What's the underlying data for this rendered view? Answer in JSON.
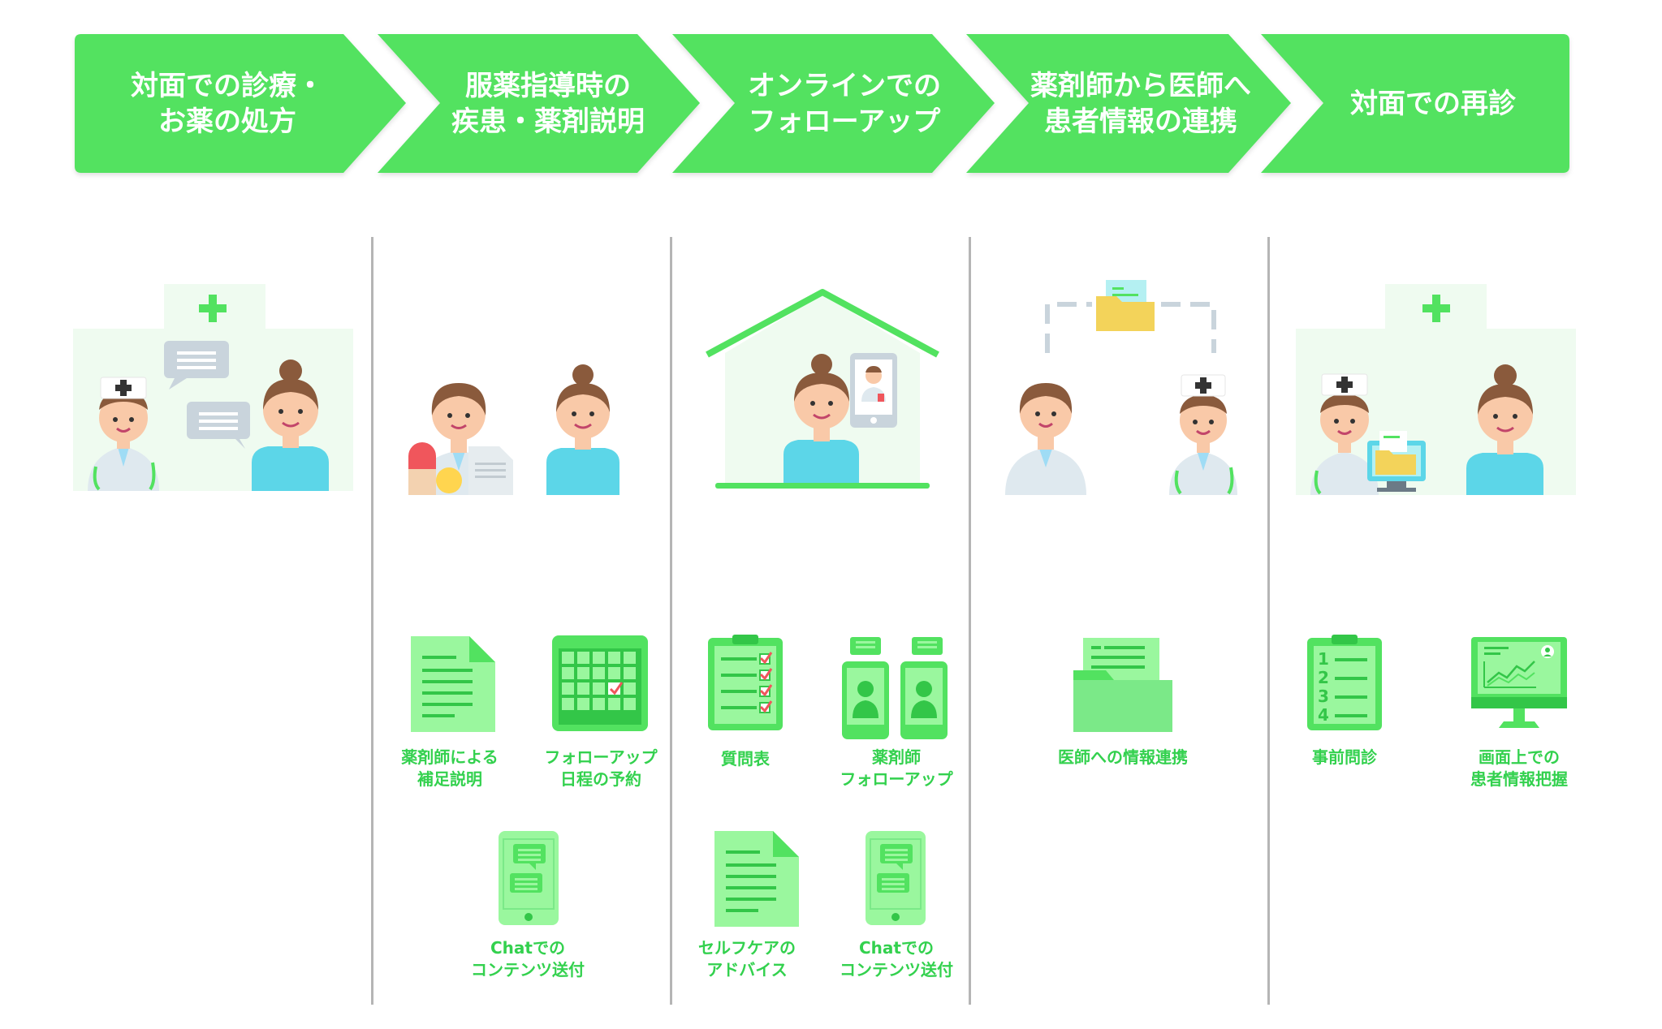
{
  "steps": [
    {
      "label": "対面での診療・\nお薬の処方"
    },
    {
      "label": "服薬指導時の\n疾患・薬剤説明"
    },
    {
      "label": "オンラインでの\nフォローアップ"
    },
    {
      "label": "薬剤師から医師へ\n患者情報の連携"
    },
    {
      "label": "対面での再診"
    }
  ],
  "tools": {
    "col2": [
      {
        "label": "薬剤師による\n補足説明",
        "icon": "document-icon"
      },
      {
        "label": "フォローアップ\n日程の予約",
        "icon": "calendar-icon"
      },
      {
        "label": "Chatでの\nコンテンツ送付",
        "icon": "chat-phone-icon"
      }
    ],
    "col3": [
      {
        "label": "質問表",
        "icon": "checklist-icon"
      },
      {
        "label": "薬剤師\nフォローアップ",
        "icon": "video-call-icon"
      },
      {
        "label": "セルフケアの\nアドバイス",
        "icon": "document-icon"
      },
      {
        "label": "Chatでの\nコンテンツ送付",
        "icon": "chat-phone-icon"
      }
    ],
    "col4": [
      {
        "label": "医師への情報連携",
        "icon": "folder-icon"
      }
    ],
    "col5": [
      {
        "label": "事前問診",
        "icon": "numbered-list-icon"
      },
      {
        "label": "画面上での\n患者情報把握",
        "icon": "monitor-chart-icon"
      }
    ]
  },
  "colors": {
    "primary_green": "#52e260",
    "light_green": "#9af79e",
    "pale_green": "#effbf0",
    "label_green": "#33d14e"
  }
}
